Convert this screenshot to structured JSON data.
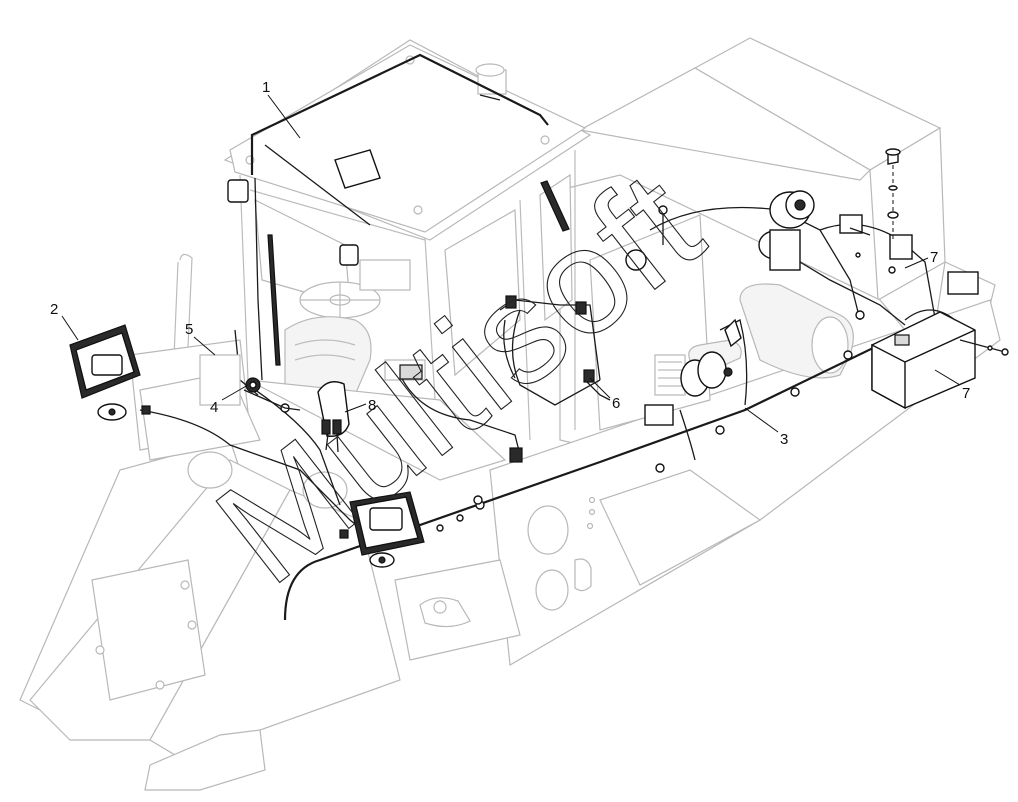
{
  "watermark": "Multisoft",
  "callouts": [
    {
      "id": "1"
    },
    {
      "id": "2"
    },
    {
      "id": "3"
    },
    {
      "id": "4"
    },
    {
      "id": "5"
    },
    {
      "id": "6"
    },
    {
      "id": "7a",
      "label": "7"
    },
    {
      "id": "7b",
      "label": "7"
    },
    {
      "id": "8"
    }
  ],
  "labels": {
    "c1": "1",
    "c2": "2",
    "c3": "3",
    "c4": "4",
    "c5": "5",
    "c6": "6",
    "c7a": "7",
    "c7b": "7",
    "c8": "8"
  }
}
